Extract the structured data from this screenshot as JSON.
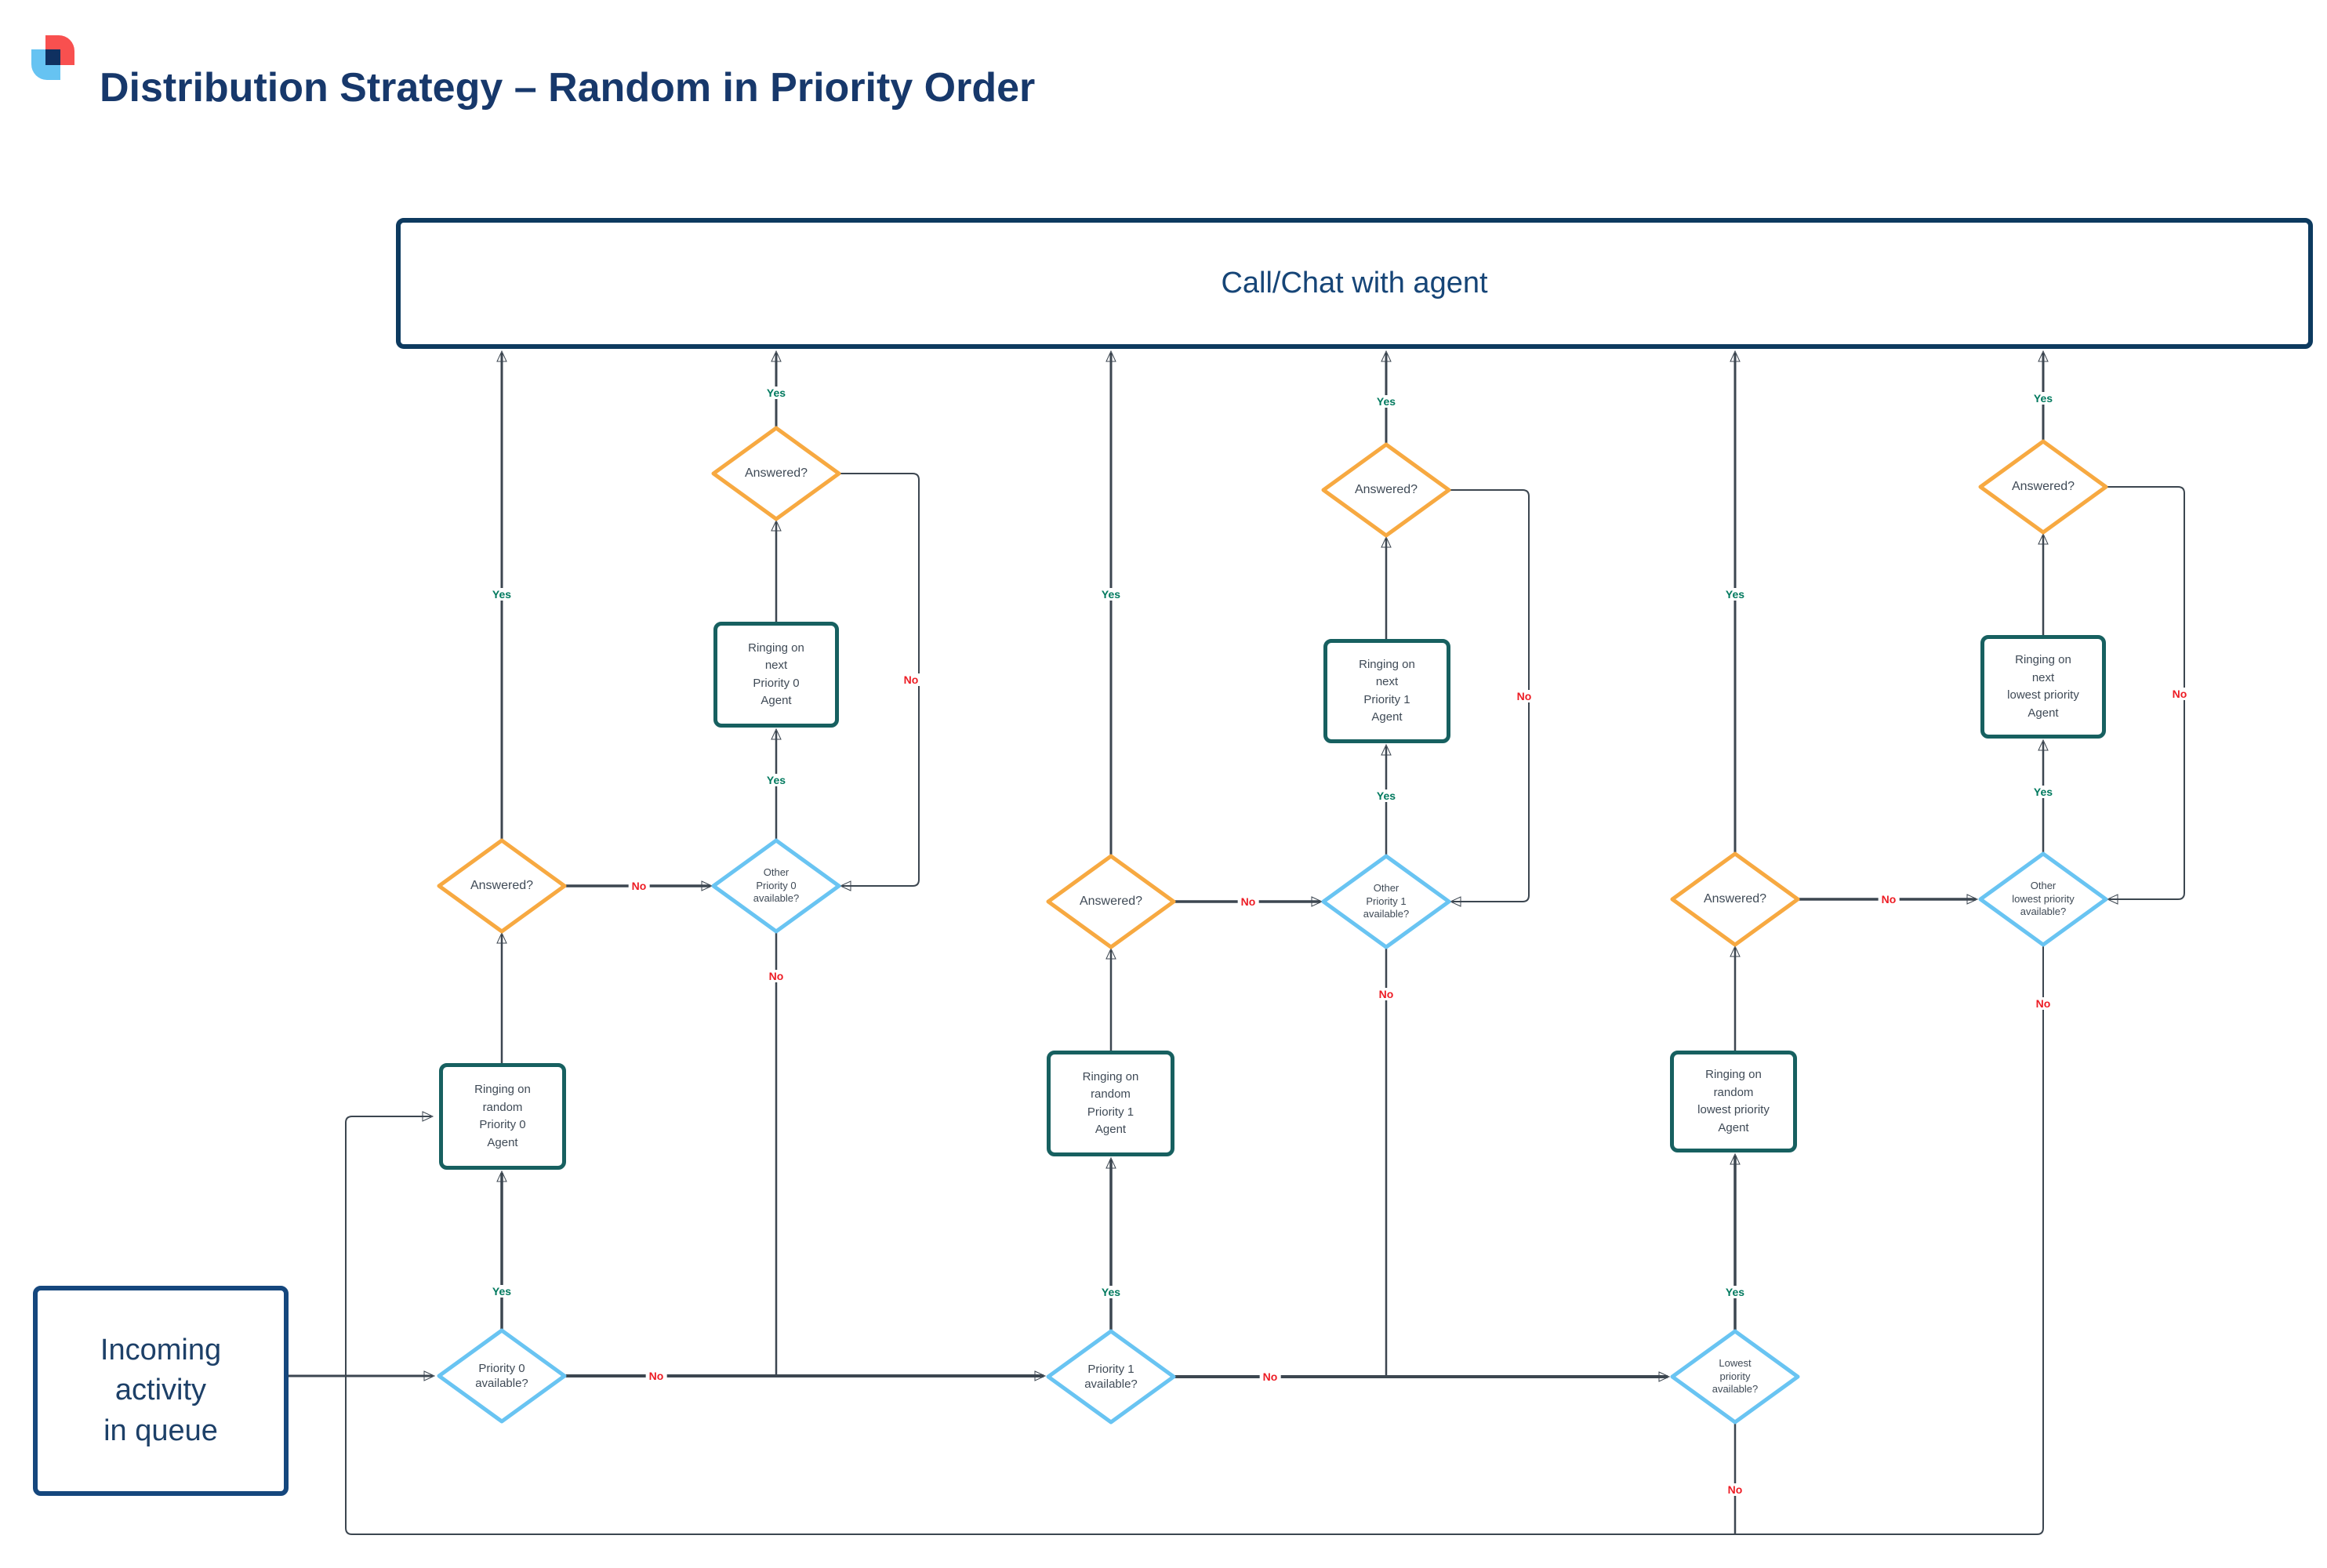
{
  "header": {
    "title": "Distribution Strategy – Random in Priority Order"
  },
  "labels": {
    "yes": "Yes",
    "no": "No"
  },
  "nodes": {
    "call_chat": "Call/Chat with agent",
    "incoming": "Incoming\nactivity\nin queue",
    "col1": {
      "available": "Priority 0\navailable?",
      "ring_random": "Ringing on\nrandom\nPriority 0\nAgent",
      "answered_mid": "Answered?",
      "other": "Other\nPriority 0\navailable?",
      "ring_next": "Ringing on\nnext\nPriority 0\nAgent",
      "answered_top": "Answered?"
    },
    "col2": {
      "available": "Priority 1\navailable?",
      "ring_random": "Ringing on\nrandom\nPriority 1\nAgent",
      "answered_mid": "Answered?",
      "other": "Other\nPriority 1\navailable?",
      "ring_next": "Ringing on\nnext\nPriority 1\nAgent",
      "answered_top": "Answered?"
    },
    "col3": {
      "available": "Lowest\npriority\navailable?",
      "ring_random": "Ringing on\nrandom\nlowest priority\nAgent",
      "answered_mid": "Answered?",
      "other": "Other\nlowest priority\navailable?",
      "ring_next": "Ringing on\nnext\nlowest priority\nAgent",
      "answered_top": "Answered?"
    }
  },
  "colors": {
    "navy_border": "#0d3a5f",
    "title_navy": "#17386b",
    "incoming_navy": "#15477d",
    "decision_orange": "#f7a941",
    "decision_blue": "#69c4f2",
    "process_teal": "#176060",
    "connector_gray": "#3c4650",
    "yes_green": "#00795e",
    "no_red": "#ed1c24",
    "logo_red": "#f8504f",
    "logo_light_blue": "#66c3f2",
    "logo_navy": "#0f3060"
  }
}
